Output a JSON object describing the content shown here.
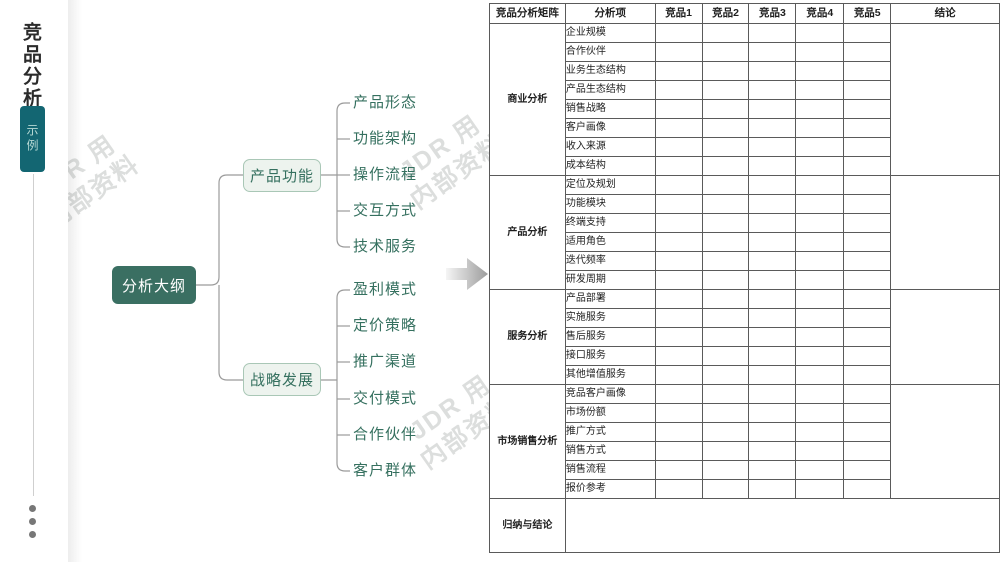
{
  "sidebar": {
    "title": "竞品分析",
    "badge": "示例"
  },
  "mindmap": {
    "root": "分析大纲",
    "branches": [
      {
        "label": "产品功能",
        "children": [
          "产品形态",
          "功能架构",
          "操作流程",
          "交互方式",
          "技术服务"
        ]
      },
      {
        "label": "战略发展",
        "children": [
          "盈利模式",
          "定价策略",
          "推广渠道",
          "交付模式",
          "合作伙伴",
          "客户群体"
        ]
      }
    ]
  },
  "table": {
    "headers": [
      "竞品分析矩阵",
      "分析项",
      "竞品1",
      "竞品2",
      "竞品3",
      "竞品4",
      "竞品5",
      "结论"
    ],
    "groups": [
      {
        "label": "商业分析",
        "items": [
          "企业规模",
          "合作伙伴",
          "业务生态结构",
          "产品生态结构",
          "销售战略",
          "客户画像",
          "收入来源",
          "成本结构"
        ]
      },
      {
        "label": "产品分析",
        "items": [
          "定位及规划",
          "功能模块",
          "终端支持",
          "适用角色",
          "迭代频率",
          "研发周期"
        ]
      },
      {
        "label": "服务分析",
        "items": [
          "产品部署",
          "实施服务",
          "售后服务",
          "接口服务",
          "其他增值服务"
        ]
      },
      {
        "label": "市场销售分析",
        "items": [
          "竞品客户画像",
          "市场份额",
          "推广方式",
          "销售方式",
          "销售流程",
          "报价参考"
        ]
      }
    ],
    "footer_label": "归纳与结论",
    "competitor_columns": 5,
    "empty_cell_value": ""
  },
  "watermark": {
    "line1": "JDR 用",
    "line2": "内部资料"
  },
  "colors": {
    "root_node_bg": "#3a6f62",
    "badge_bg": "#136672",
    "badge_text": "#b7d9d4",
    "branch_node_bg": "#edf3ee",
    "branch_node_border": "#a9c7b6",
    "teal_text": "#35705f",
    "connector": "#9b9b9b",
    "table_border": "#5a5a5a"
  }
}
